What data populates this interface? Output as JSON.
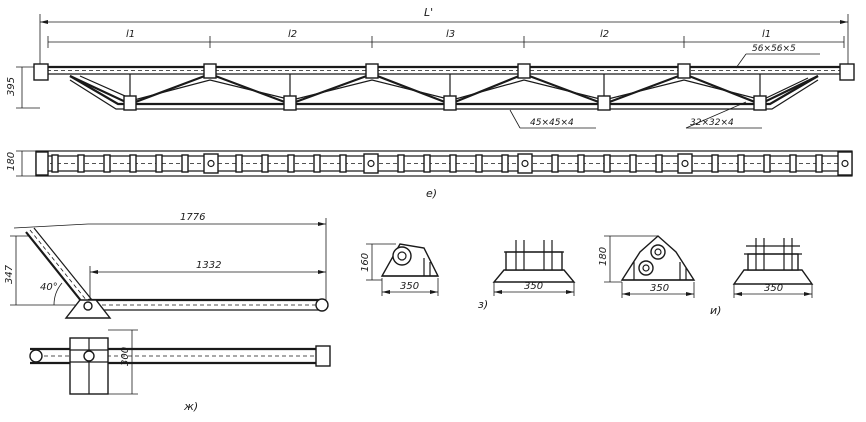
{
  "truss": {
    "overall_length": "L'",
    "panel_labels": [
      "l1",
      "l2",
      "l3",
      "l2",
      "l1"
    ],
    "height": "395",
    "plan_width": "180",
    "top_chord": "56×56×5",
    "bottom_chord": "45×45×4",
    "diagonal": "32×32×4",
    "figure_label": "е)"
  },
  "strut": {
    "length_total": "1776",
    "length_inner": "1332",
    "rise": "347",
    "angle": "40°",
    "plan_width": "300",
    "figure_label": "ж)"
  },
  "bearing_z": {
    "height": "160",
    "width_front": "350",
    "width_side": "350",
    "figure_label": "з)"
  },
  "bearing_i": {
    "height": "180",
    "width_front": "350",
    "width_side": "350",
    "figure_label": "и)"
  }
}
